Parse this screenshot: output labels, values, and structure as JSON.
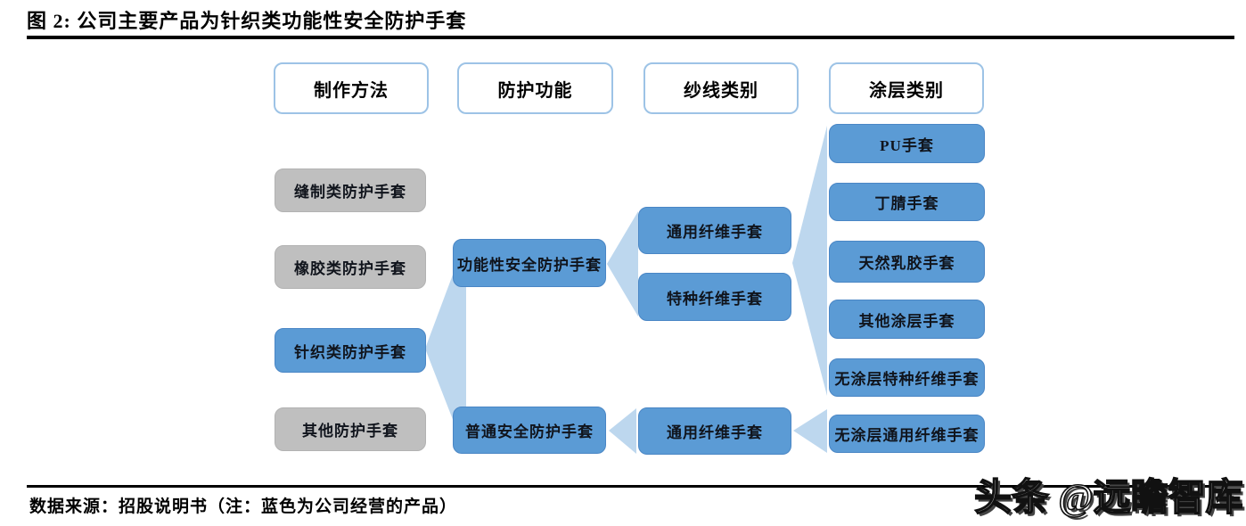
{
  "figure": {
    "title": "图 2:  公司主要产品为针织类功能性安全防护手套",
    "source_note": "数据来源：招股说明书（注：蓝色为公司经营的产品）",
    "watermark": "头条 @远瞻智库"
  },
  "columns": [
    {
      "header": "制作方法",
      "items": [
        "缝制类防护手套",
        "橡胶类防护手套",
        "针织类防护手套",
        "其他防护手套"
      ]
    },
    {
      "header": "防护功能",
      "items": [
        "功能性安全防护手套",
        "普通安全防护手套"
      ]
    },
    {
      "header": "纱线类别",
      "items": [
        "通用纤维手套",
        "特种纤维手套",
        "通用纤维手套"
      ]
    },
    {
      "header": "涂层类别",
      "items": [
        "PU手套",
        "丁腈手套",
        "天然乳胶手套",
        "其他涂层手套",
        "无涂层特种纤维手套",
        "无涂层通用纤维手套"
      ]
    }
  ],
  "links": [
    {
      "from": "针织类防护手套",
      "to": [
        "功能性安全防护手套",
        "普通安全防护手套"
      ]
    },
    {
      "from": "功能性安全防护手套",
      "to": [
        "通用纤维手套",
        "特种纤维手套"
      ]
    },
    {
      "from": "通用纤维手套/特种纤维手套",
      "to": [
        "PU手套",
        "丁腈手套",
        "天然乳胶手套",
        "其他涂层手套",
        "无涂层特种纤维手套"
      ]
    },
    {
      "from": "普通安全防护手套",
      "to": [
        "通用纤维手套"
      ]
    },
    {
      "from": "通用纤维手套(普通)",
      "to": [
        "无涂层通用纤维手套"
      ]
    }
  ],
  "colors": {
    "company_product_blue": "#5B9BD5",
    "non_company_gray": "#BFBFBF",
    "connector_light_blue": "#BDD7EE",
    "header_border_blue": "#9DC3E6",
    "rule_black": "#000000"
  }
}
